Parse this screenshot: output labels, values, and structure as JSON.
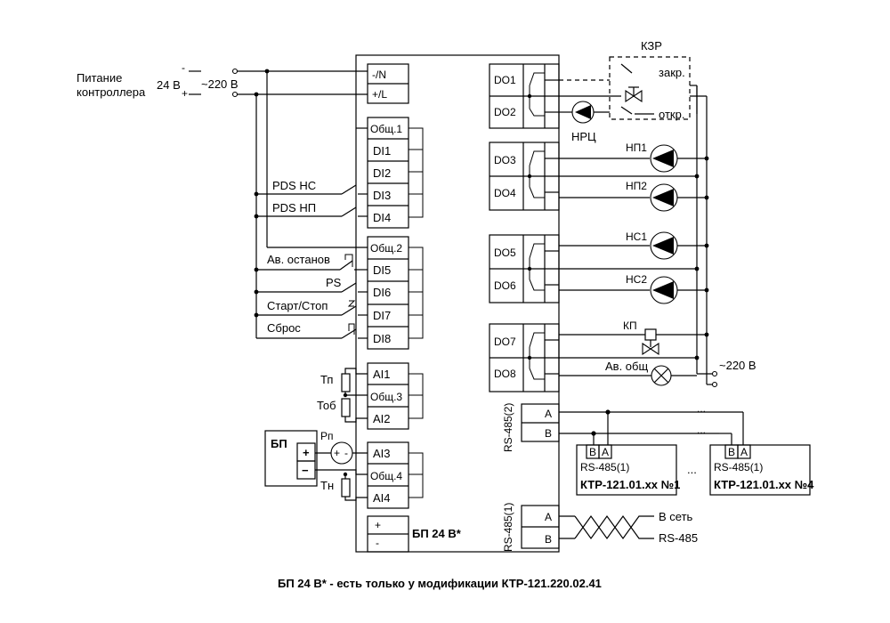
{
  "supply": {
    "label_line1": "Питание",
    "label_line2": "контроллера",
    "dc": "24 В",
    "ac": "~220 В",
    "minus": "-",
    "plus": "+"
  },
  "controller": {
    "power_terminals": [
      "-/N",
      "+/L"
    ],
    "group1": {
      "common": "Общ.1",
      "inputs": [
        "DI1",
        "DI2",
        "DI3",
        "DI4"
      ]
    },
    "group2": {
      "common": "Общ.2",
      "inputs": [
        "DI5",
        "DI6",
        "DI7",
        "DI8"
      ]
    },
    "ai_group1": {
      "inputs": [
        "AI1",
        "Общ.3",
        "AI2"
      ]
    },
    "ai_group2": {
      "inputs": [
        "AI3",
        "Общ.4",
        "AI4"
      ]
    },
    "outputs": [
      "DO1",
      "DO2",
      "DO3",
      "DO4",
      "DO5",
      "DO6",
      "DO7",
      "DO8"
    ],
    "bp_terminals": [
      "+",
      "-"
    ],
    "bp_label": "БП 24 В*",
    "rs485_2": {
      "label": "RS-485(2)",
      "a": "A",
      "b": "B"
    },
    "rs485_1": {
      "label": "RS-485(1)",
      "a": "A",
      "b": "B"
    }
  },
  "sensors": {
    "pds_nc": "PDS НС",
    "pds_np": "PDS НП",
    "emergency_stop": "Ав. останов",
    "ps": "PS",
    "start_stop": "Старт/Стоп",
    "reset": "Сброс",
    "tp": "Тп",
    "tob": "Тоб",
    "tn": "Тн",
    "rp": "Рп",
    "bp": "БП",
    "bp_plus": "+",
    "bp_minus": "−",
    "rp_plus": "+",
    "rp_minus": "-"
  },
  "actuators": {
    "kzr": "КЗР",
    "closed": "закр.",
    "open": "откр.",
    "nrc": "НРЦ",
    "np1": "НП1",
    "np2": "НП2",
    "nc1": "НС1",
    "nc2": "НС2",
    "kp": "КП",
    "alarm": "Ав. общ",
    "mains": "~220 В"
  },
  "network": {
    "device1": "КТР-121.01.xx №1",
    "device4": "КТР-121.01.xx №4",
    "device_port": "RS-485(1)",
    "b": "B",
    "a": "A",
    "ellipsis": "...",
    "to_network": "В сеть",
    "rs485": "RS-485"
  },
  "footnote": "БП 24 В* - есть только у модификации КТР-121.220.02.41"
}
